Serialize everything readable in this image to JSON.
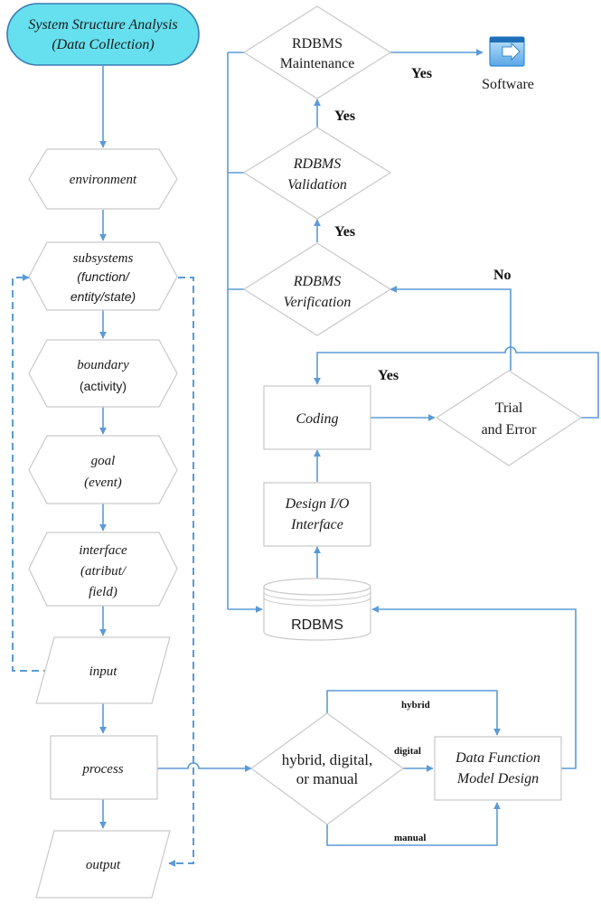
{
  "colors": {
    "connector": "#5b9bd5",
    "start_fill": "#66e0ee",
    "shape_border": "#c9c9c9",
    "software_icon": "#2e8bd8"
  },
  "left_flow": {
    "start": {
      "line1": "System Structure Analysis",
      "line2": "(Data Collection)"
    },
    "environment": "environment",
    "subsystems": {
      "line1": "subsystems",
      "line2": "(function/",
      "line3": "entity/state)"
    },
    "boundary": {
      "line1": "boundary",
      "line2": "(activity)"
    },
    "goal": {
      "line1": "goal",
      "line2": "(event)"
    },
    "interface": {
      "line1": "interface",
      "line2": "(atribut/",
      "line3": "field)"
    },
    "input": "input",
    "process": "process",
    "output": "output"
  },
  "right_flow": {
    "maintenance": {
      "line1": "RDBMS",
      "line2": "Maintenance"
    },
    "validation": {
      "line1": "RDBMS",
      "line2": "Validation"
    },
    "verification": {
      "line1": "RDBMS",
      "line2": "Verification"
    },
    "coding": "Coding",
    "trial": {
      "line1": "Trial",
      "line2": "and Error"
    },
    "design_io": {
      "line1": "Design I/O",
      "line2": "Interface"
    },
    "rdbms": "RDBMS",
    "decision": {
      "line1": "hybrid, digital,",
      "line2": "or  manual"
    },
    "data_function": {
      "line1": "Data Function",
      "line2": "Model Design"
    },
    "software": "Software"
  },
  "edge_labels": {
    "yes_software": "Yes",
    "yes_validation": "Yes",
    "yes_verification": "Yes",
    "no_trial": "No",
    "yes_trial": "Yes",
    "hybrid": "hybrid",
    "digital": "digital",
    "manual": "manual"
  }
}
